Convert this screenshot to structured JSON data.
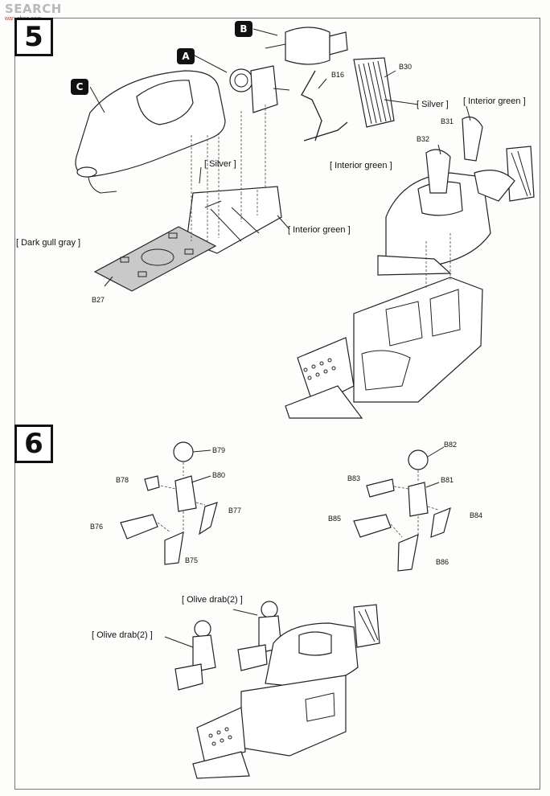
{
  "watermark": "SEARCH",
  "watermark_sub": "wan-shan.com",
  "steps": [
    {
      "number": "5",
      "callouts": [
        "A",
        "B",
        "C"
      ],
      "parts": [
        "B16",
        "B30",
        "B31",
        "B32",
        "B27"
      ],
      "colors": {
        "silver_1": "[ Silver ]",
        "silver_2": "[ Silver ]",
        "interior_green_1": "[ Interior green ]",
        "interior_green_2": "[ Interior green ]",
        "interior_green_3": "[ Interior green ]",
        "dark_gull_gray": "[ Dark gull gray ]"
      }
    },
    {
      "number": "6",
      "parts_left": [
        "B79",
        "B78",
        "B80",
        "B77",
        "B76",
        "B75"
      ],
      "parts_right": [
        "B82",
        "B83",
        "B81",
        "B85",
        "B84",
        "B86"
      ],
      "colors": {
        "olive_drab_1": "[ Olive drab(2) ]",
        "olive_drab_2": "[ Olive drab(2) ]"
      }
    }
  ]
}
